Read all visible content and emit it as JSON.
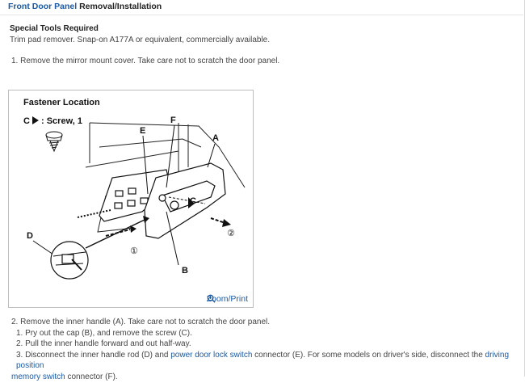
{
  "header": {
    "title_link": "Front Door Panel",
    "title_rest": " Removal/Installation"
  },
  "tools": {
    "heading": "Special Tools Required",
    "text": "Trim pad remover. Snap-on A177A or equivalent, commercially available."
  },
  "step1": "1. Remove the mirror mount cover. Take care not to scratch the door panel.",
  "figure": {
    "title": "Fastener Location",
    "legend_letter": "C",
    "legend_text": ": Screw, 1",
    "labels": {
      "A": "A",
      "C": "C",
      "D": "D",
      "E": "E",
      "F": "F",
      "B": "B"
    },
    "circle1": "①",
    "circle2": "②",
    "zoom_label": "Zoom/Print"
  },
  "steps": {
    "step2": "2. Remove the inner handle (A). Take care not to scratch the door panel.",
    "sub1": "1. Pry out the cap (B), and remove the screw (C).",
    "sub2": "2. Pull the inner handle forward and out half-way.",
    "sub3_a": "3. Disconnect the inner handle rod (D) and ",
    "sub3_link1": "power door lock switch",
    "sub3_b": " connector (E). For some models on driver's side, disconnect the ",
    "sub3_link2a": "driving position",
    "sub3_link2b": "memory switch",
    "sub3_c": " connector (F)."
  }
}
